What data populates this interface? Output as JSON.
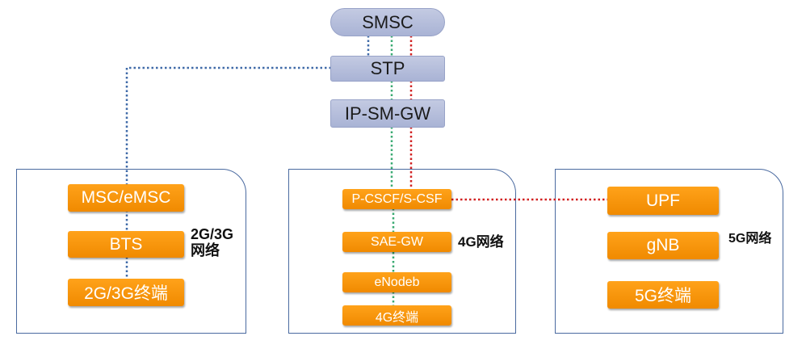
{
  "core": {
    "smsc": "SMSC",
    "stp": "STP",
    "ipsmgw": "IP-SM-GW"
  },
  "net2g3g": {
    "label_line1": "2G/3G",
    "label_line2": "网络",
    "msc": "MSC/eMSC",
    "bts": "BTS",
    "terminal": "2G/3G终端"
  },
  "net4g": {
    "label": "4G网络",
    "pcscf": "P-CSCF/S-CSF",
    "saegw": "SAE-GW",
    "enodeb": "eNodeb",
    "terminal": "4G终端"
  },
  "net5g": {
    "label": "5G网络",
    "upf": "UPF",
    "gnb": "gNB",
    "terminal": "5G终端"
  },
  "colors": {
    "link_2g3g": "#3f6aa8",
    "link_4g": "#3aaa72",
    "link_5g": "#d12020",
    "node_orange": "#f59100",
    "core_grey": "#b4bcdc",
    "panel_border": "#4a6aa0"
  }
}
